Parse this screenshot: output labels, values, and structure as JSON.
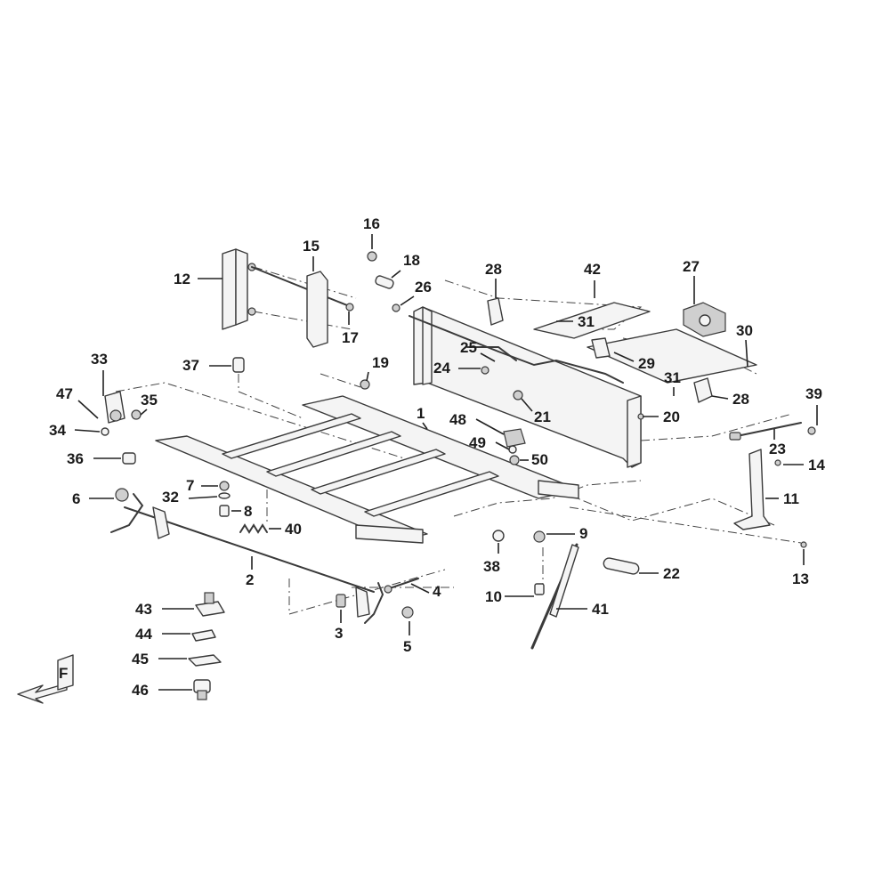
{
  "callouts": [
    {
      "id": "1",
      "label": "1"
    },
    {
      "id": "2",
      "label": "2"
    },
    {
      "id": "3",
      "label": "3"
    },
    {
      "id": "4",
      "label": "4"
    },
    {
      "id": "5",
      "label": "5"
    },
    {
      "id": "6",
      "label": "6"
    },
    {
      "id": "7",
      "label": "7"
    },
    {
      "id": "8",
      "label": "8"
    },
    {
      "id": "9",
      "label": "9"
    },
    {
      "id": "10",
      "label": "10"
    },
    {
      "id": "11",
      "label": "11"
    },
    {
      "id": "12",
      "label": "12"
    },
    {
      "id": "13",
      "label": "13"
    },
    {
      "id": "14",
      "label": "14"
    },
    {
      "id": "15",
      "label": "15"
    },
    {
      "id": "16",
      "label": "16"
    },
    {
      "id": "17",
      "label": "17"
    },
    {
      "id": "18",
      "label": "18"
    },
    {
      "id": "19",
      "label": "19"
    },
    {
      "id": "20",
      "label": "20"
    },
    {
      "id": "21",
      "label": "21"
    },
    {
      "id": "22",
      "label": "22"
    },
    {
      "id": "23",
      "label": "23"
    },
    {
      "id": "24",
      "label": "24"
    },
    {
      "id": "25",
      "label": "25"
    },
    {
      "id": "26",
      "label": "26"
    },
    {
      "id": "27",
      "label": "27"
    },
    {
      "id": "28a",
      "label": "28"
    },
    {
      "id": "28b",
      "label": "28"
    },
    {
      "id": "29",
      "label": "29"
    },
    {
      "id": "30",
      "label": "30"
    },
    {
      "id": "31a",
      "label": "31"
    },
    {
      "id": "31b",
      "label": "31"
    },
    {
      "id": "32",
      "label": "32"
    },
    {
      "id": "33",
      "label": "33"
    },
    {
      "id": "34",
      "label": "34"
    },
    {
      "id": "35",
      "label": "35"
    },
    {
      "id": "36",
      "label": "36"
    },
    {
      "id": "37",
      "label": "37"
    },
    {
      "id": "38",
      "label": "38"
    },
    {
      "id": "39",
      "label": "39"
    },
    {
      "id": "40",
      "label": "40"
    },
    {
      "id": "41",
      "label": "41"
    },
    {
      "id": "42",
      "label": "42"
    },
    {
      "id": "43",
      "label": "43"
    },
    {
      "id": "44",
      "label": "44"
    },
    {
      "id": "45",
      "label": "45"
    },
    {
      "id": "46",
      "label": "46"
    },
    {
      "id": "47",
      "label": "47"
    },
    {
      "id": "48",
      "label": "48"
    },
    {
      "id": "49",
      "label": "49"
    },
    {
      "id": "50",
      "label": "50"
    }
  ],
  "orientation_mark": {
    "letter": "F",
    "icon": "front-direction-arrow-icon"
  }
}
